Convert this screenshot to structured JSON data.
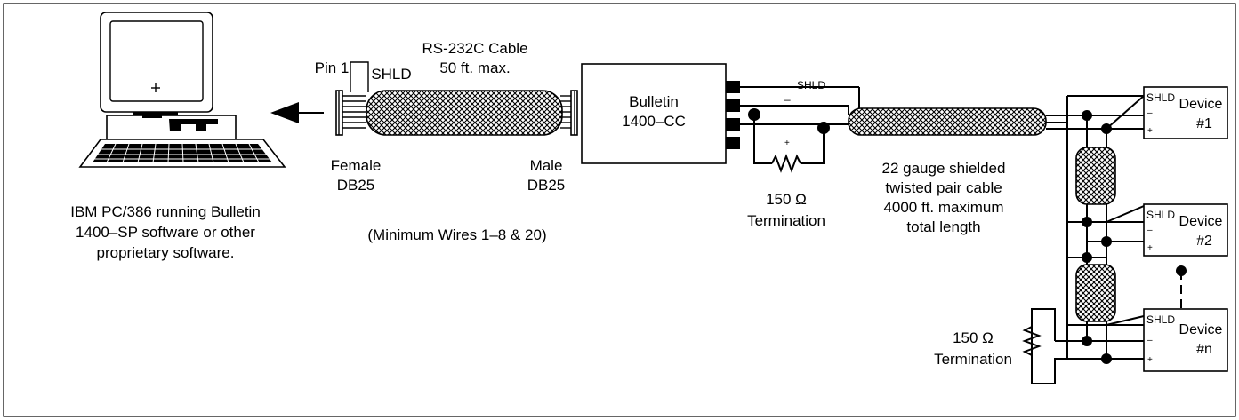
{
  "pc": {
    "caption_line1": "IBM PC/386 running Bulletin",
    "caption_line2": "1400–SP software or other",
    "caption_line3": "proprietary software."
  },
  "rs232": {
    "pin1": "Pin 1",
    "shld": "SHLD",
    "title_line1": "RS-232C Cable",
    "title_line2": "50 ft. max.",
    "female_line1": "Female",
    "female_line2": "DB25",
    "male_line1": "Male",
    "male_line2": "DB25",
    "min_wires": "(Minimum Wires 1–8 & 20)"
  },
  "module": {
    "line1": "Bulletin",
    "line2": "1400–CC"
  },
  "termination_main": {
    "shld": "SHLD",
    "minus": "–",
    "plus": "+",
    "value": "150 Ω",
    "label": "Termination"
  },
  "cable": {
    "line1": "22 gauge shielded",
    "line2": "twisted pair cable",
    "line3": "4000 ft. maximum",
    "line4": "total length"
  },
  "devices": [
    {
      "shld": "SHLD",
      "minus": "–",
      "plus": "+",
      "name": "Device",
      "num": "#1"
    },
    {
      "shld": "SHLD",
      "minus": "–",
      "plus": "+",
      "name": "Device",
      "num": "#2"
    },
    {
      "shld": "SHLD",
      "minus": "–",
      "plus": "+",
      "name": "Device",
      "num": "#n"
    }
  ],
  "termination_end": {
    "value": "150 Ω",
    "label": "Termination"
  }
}
